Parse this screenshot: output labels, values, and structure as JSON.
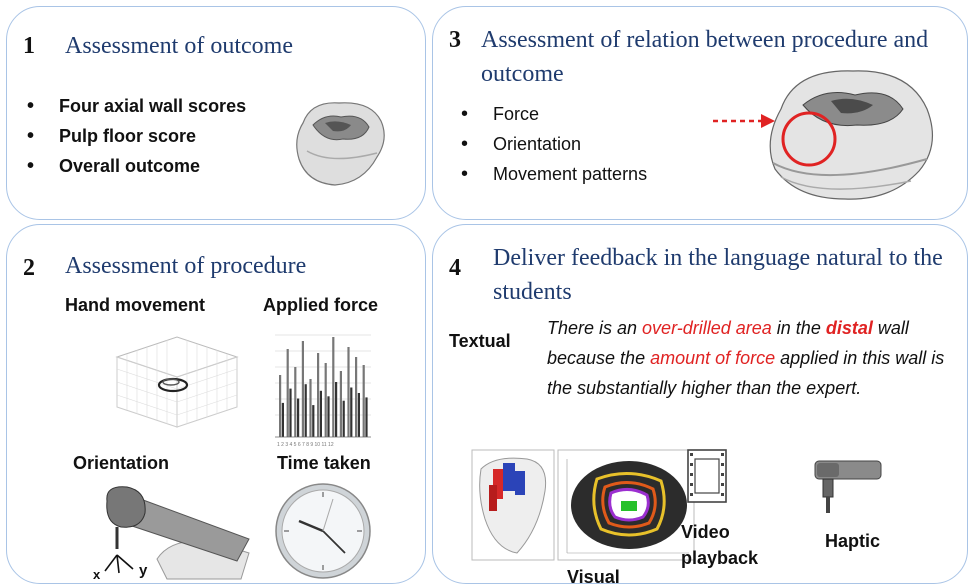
{
  "panel1": {
    "number": "1",
    "title": "Assessment of outcome",
    "items": [
      "Four axial wall scores",
      "Pulp floor score",
      "Overall outcome"
    ]
  },
  "panel2": {
    "number": "2",
    "title": "Assessment of procedure",
    "labels": {
      "hand_movement": "Hand movement",
      "applied_force": "Applied force",
      "orientation": "Orientation",
      "time_taken": "Time taken"
    },
    "axis_letters": {
      "x": "x",
      "y": "y"
    }
  },
  "panel3": {
    "number": "3",
    "title": "Assessment of relation between procedure and outcome",
    "items": [
      "Force",
      "Orientation",
      "Movement patterns"
    ]
  },
  "panel4": {
    "number": "4",
    "title": "Deliver feedback in the language natural to the students",
    "textual_label": "Textual",
    "feedback": {
      "t1": "There is an ",
      "t2": "over-drilled area",
      "t3": " in the ",
      "t4": "distal",
      "t5": " wall because the ",
      "t6": "amount of force",
      "t7": " applied in this wall is the substantially higher than the expert."
    },
    "modes": {
      "visual": "Visual",
      "video_line1": "Video",
      "video_line2": "playback",
      "haptic": "Haptic"
    }
  },
  "colors": {
    "border": "#a9c4e6",
    "title": "#1f3b6e",
    "highlight": "#e02323"
  }
}
